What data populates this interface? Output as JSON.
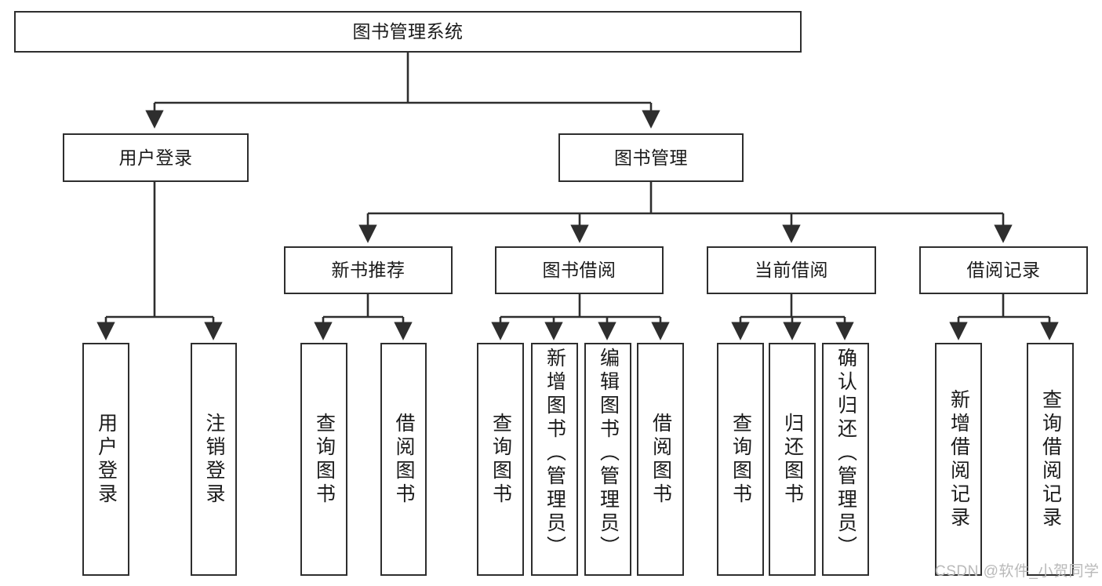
{
  "diagram": {
    "title": "图书管理系统",
    "type": "hierarchy-tree",
    "root": {
      "label": "图书管理系统"
    },
    "level2": [
      {
        "label": "用户登录"
      },
      {
        "label": "图书管理"
      }
    ],
    "level3": [
      {
        "label": "新书推荐"
      },
      {
        "label": "图书借阅"
      },
      {
        "label": "当前借阅"
      },
      {
        "label": "借阅记录"
      }
    ],
    "leaves": {
      "user_login": [
        {
          "label": "用户登录"
        },
        {
          "label": "注销登录"
        }
      ],
      "new_book_recommend": [
        {
          "label": "查询图书"
        },
        {
          "label": "借阅图书"
        }
      ],
      "book_borrow": [
        {
          "label": "查询图书"
        },
        {
          "label": "新增图书（管理员）"
        },
        {
          "label": "编辑图书（管理员）"
        },
        {
          "label": "借阅图书"
        }
      ],
      "current_borrow": [
        {
          "label": "查询图书"
        },
        {
          "label": "归还图书"
        },
        {
          "label": "确认归还（管理员）"
        }
      ],
      "borrow_record": [
        {
          "label": "新增借阅记录"
        },
        {
          "label": "查询借阅记录"
        }
      ]
    }
  },
  "watermark": {
    "text": "CSDN @软件_小贺同学"
  },
  "colors": {
    "stroke": "#2e2e2e",
    "background": "#ffffff",
    "text": "#1a1a1a",
    "watermark": "#b9b9b9"
  }
}
